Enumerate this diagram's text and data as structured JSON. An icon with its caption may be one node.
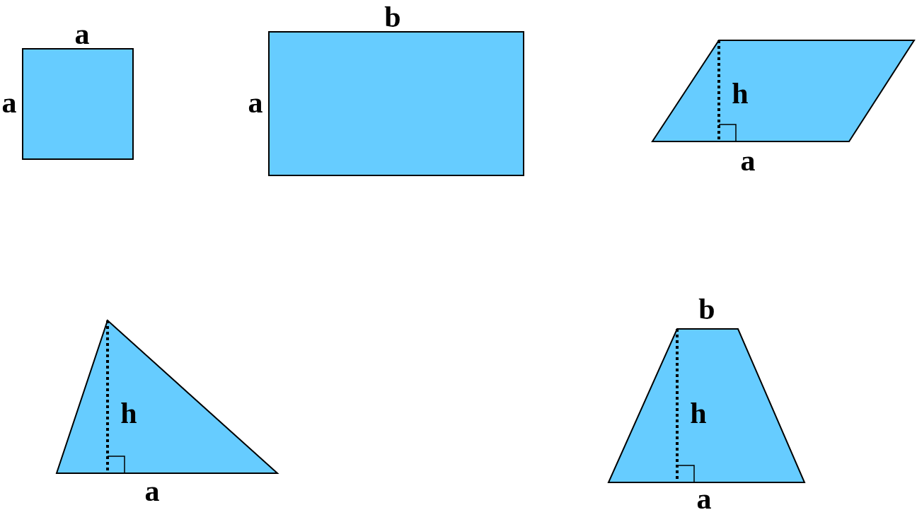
{
  "diagram": {
    "nodes": [
      {
        "text": [],
        "shape": "square",
        "beside": [
          "a",
          "a"
        ]
      },
      {
        "text": [],
        "shape": "box",
        "beside": [
          "b",
          "a"
        ]
      },
      {
        "text": [
          "h"
        ],
        "beside": [
          "a"
        ]
      },
      {
        "text": [
          "h"
        ],
        "beside": [
          "a"
        ]
      },
      {
        "text": [
          "h"
        ],
        "beside": [
          "b",
          "a"
        ]
      }
    ]
  }
}
